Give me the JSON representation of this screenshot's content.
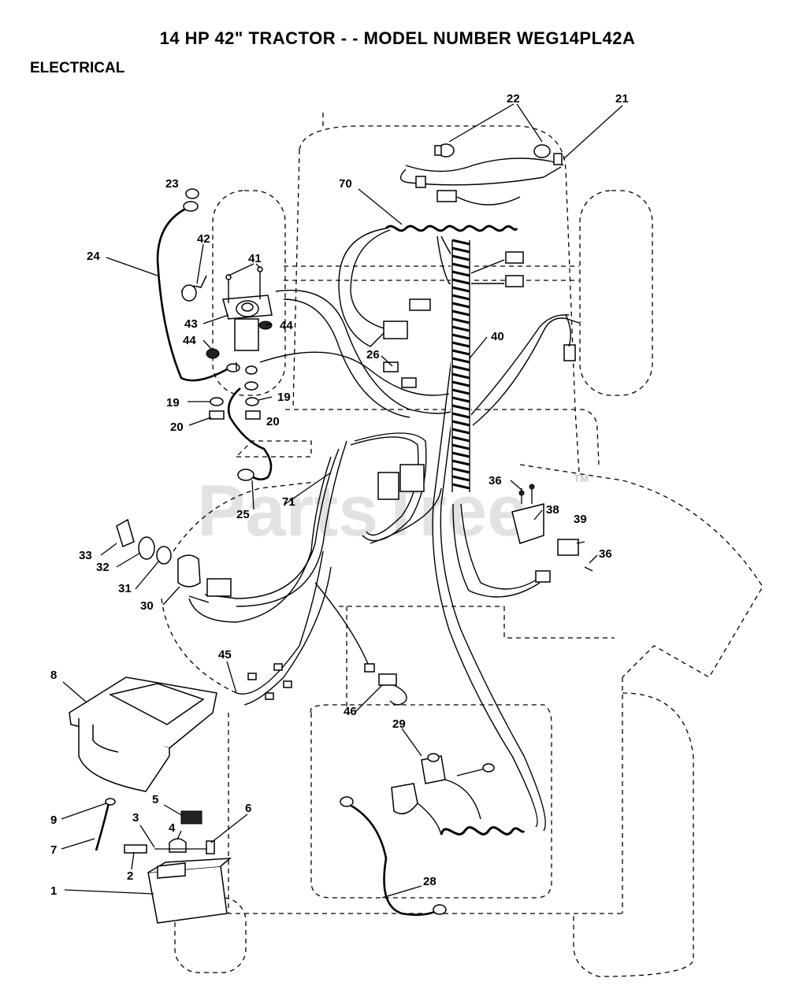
{
  "header": {
    "title": "14 HP 42\" TRACTOR - - MODEL NUMBER WEG14PL42A",
    "section": "ELECTRICAL"
  },
  "watermark": {
    "text": "PartsTree",
    "trademark": "TM"
  },
  "callouts": {
    "c1": "1",
    "c2": "2",
    "c3": "3",
    "c4": "4",
    "c5": "5",
    "c6": "6",
    "c7": "7",
    "c8": "8",
    "c9": "9",
    "c19a": "19",
    "c19b": "19",
    "c20a": "20",
    "c20b": "20",
    "c21": "21",
    "c22": "22",
    "c23": "23",
    "c24": "24",
    "c25": "25",
    "c26": "26",
    "c28": "28",
    "c29": "29",
    "c30": "30",
    "c31": "31",
    "c32": "32",
    "c33": "33",
    "c36a": "36",
    "c36b": "36",
    "c38": "38",
    "c39": "39",
    "c40": "40",
    "c41": "41",
    "c42": "42",
    "c43": "43",
    "c44a": "44",
    "c44b": "44",
    "c45": "45",
    "c46": "46",
    "c70": "70",
    "c71": "71"
  }
}
